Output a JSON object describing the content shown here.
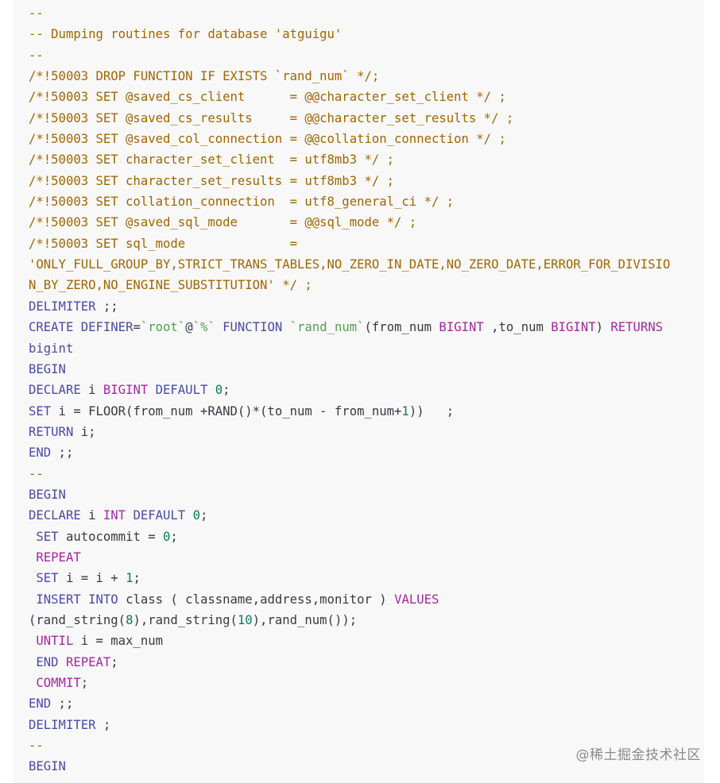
{
  "code": {
    "lines": [
      "--",
      "-- Dumping routines for database 'atguigu'",
      "--",
      "/*!50003 DROP FUNCTION IF EXISTS `rand_num` */;",
      "/*!50003 SET @saved_cs_client      = @@character_set_client */ ;",
      "/*!50003 SET @saved_cs_results     = @@character_set_results */ ;",
      "/*!50003 SET @saved_col_connection = @@collation_connection */ ;",
      "/*!50003 SET character_set_client  = utf8mb3 */ ;",
      "/*!50003 SET character_set_results = utf8mb3 */ ;",
      "/*!50003 SET collation_connection  = utf8_general_ci */ ;",
      "/*!50003 SET @saved_sql_mode       = @@sql_mode */ ;",
      "/*!50003 SET sql_mode              =",
      "'ONLY_FULL_GROUP_BY,STRICT_TRANS_TABLES,NO_ZERO_IN_DATE,NO_ZERO_DATE,ERROR_FOR_DIVISIO",
      "N_BY_ZERO,NO_ENGINE_SUBSTITUTION' */ ;",
      "DELIMITER ;;",
      "CREATE DEFINER=`root`@`%` FUNCTION `rand_num`(from_num BIGINT ,to_num BIGINT) RETURNS",
      "bigint",
      "BEGIN",
      "DECLARE i BIGINT DEFAULT 0;",
      "SET i = FLOOR(from_num +RAND()*(to_num - from_num+1))   ;",
      "RETURN i;",
      "END ;;",
      "--",
      "BEGIN",
      "DECLARE i INT DEFAULT 0;",
      " SET autocommit = 0;",
      " REPEAT",
      " SET i = i + 1;",
      " INSERT INTO class ( classname,address,monitor ) VALUES",
      "(rand_string(8),rand_string(10),rand_num());",
      " UNTIL i = max_num",
      " END REPEAT;",
      " COMMIT;",
      "END ;;",
      "DELIMITER ;",
      "--",
      "BEGIN"
    ]
  },
  "watermark": "@稀土掘金技术社区",
  "colors": {
    "background": "#f8f8f8",
    "comment": "#a06600",
    "keyword": "#a626a4",
    "string": "#50a14f",
    "number": "#0a7a60",
    "text": "#383a42"
  }
}
